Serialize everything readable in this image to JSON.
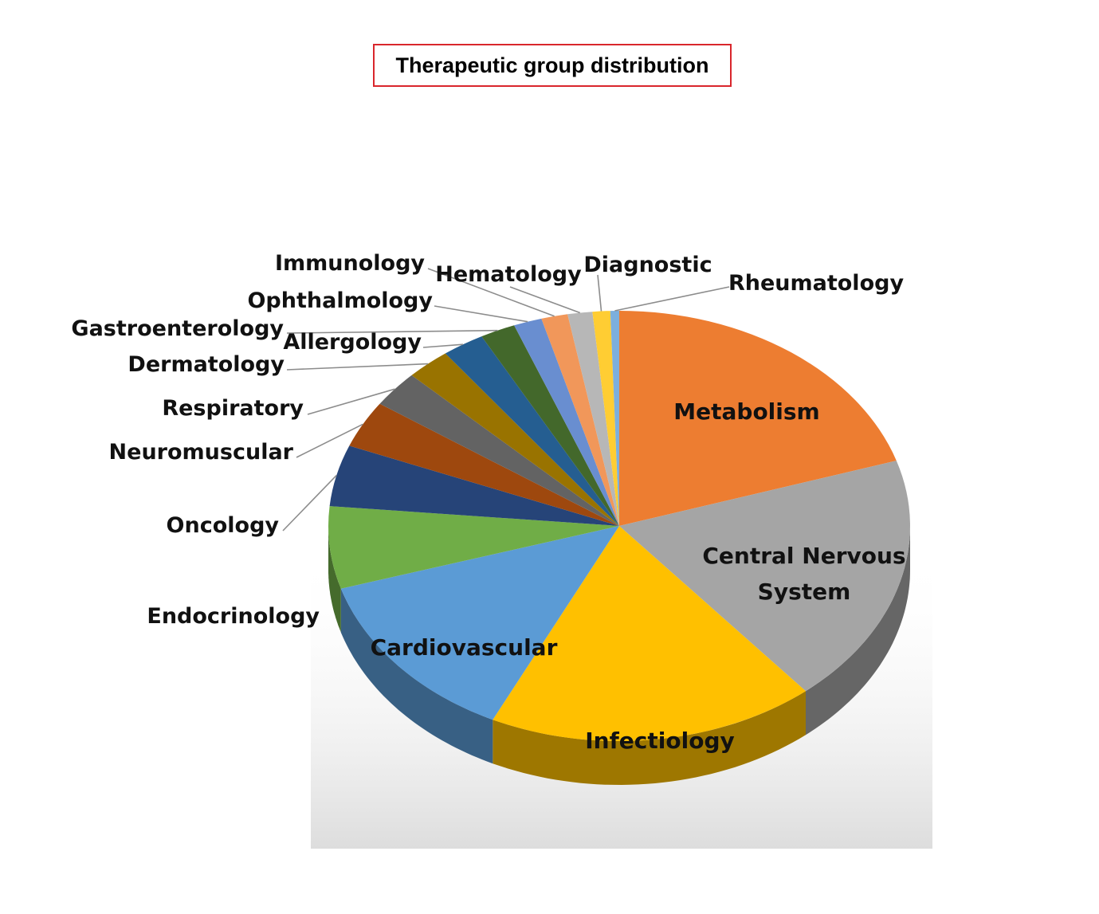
{
  "chart_data": {
    "type": "pie",
    "title": "Therapeutic group distribution",
    "slices": [
      {
        "label": "Metabolism",
        "value": 20.5,
        "color": "#ED7D31"
      },
      {
        "label": "Central Nervous System",
        "value": 19.2,
        "color": "#A5A5A5"
      },
      {
        "label": "Infectiology",
        "value": 18.6,
        "color": "#FFC000"
      },
      {
        "label": "Cardiovascular",
        "value": 13.4,
        "color": "#5B9BD5"
      },
      {
        "label": "Endocrinology",
        "value": 6.3,
        "color": "#70AD47"
      },
      {
        "label": "Oncology",
        "value": 4.7,
        "color": "#264478"
      },
      {
        "label": "Neuromuscular",
        "value": 3.6,
        "color": "#9E480E"
      },
      {
        "label": "Respiratory",
        "value": 2.8,
        "color": "#636363"
      },
      {
        "label": "Dermatology",
        "value": 2.5,
        "color": "#997300"
      },
      {
        "label": "Allergology",
        "value": 2.4,
        "color": "#255E91"
      },
      {
        "label": "Gastroenterology",
        "value": 2.0,
        "color": "#43682B"
      },
      {
        "label": "Ophthalmology",
        "value": 1.6,
        "color": "#698ED0"
      },
      {
        "label": "Immunology",
        "value": 1.5,
        "color": "#F1975A"
      },
      {
        "label": "Hematology",
        "value": 1.4,
        "color": "#B7B7B7"
      },
      {
        "label": "Diagnostic",
        "value": 1.0,
        "color": "#FFCD33"
      },
      {
        "label": "Rheumatology",
        "value": 0.5,
        "color": "#7CAFDD"
      }
    ],
    "center_labels": [
      "Metabolism",
      "Central Nervous",
      "System",
      "Infectiology",
      "Cardiovascular"
    ],
    "outside_labels": [
      "Endocrinology",
      "Oncology",
      "Neuromuscular",
      "Respiratory",
      "Dermatology",
      "Allergology",
      "Gastroenterology",
      "Ophthalmology",
      "Immunology",
      "Hematology",
      "Diagnostic",
      "Rheumatology"
    ],
    "legend": "none"
  }
}
